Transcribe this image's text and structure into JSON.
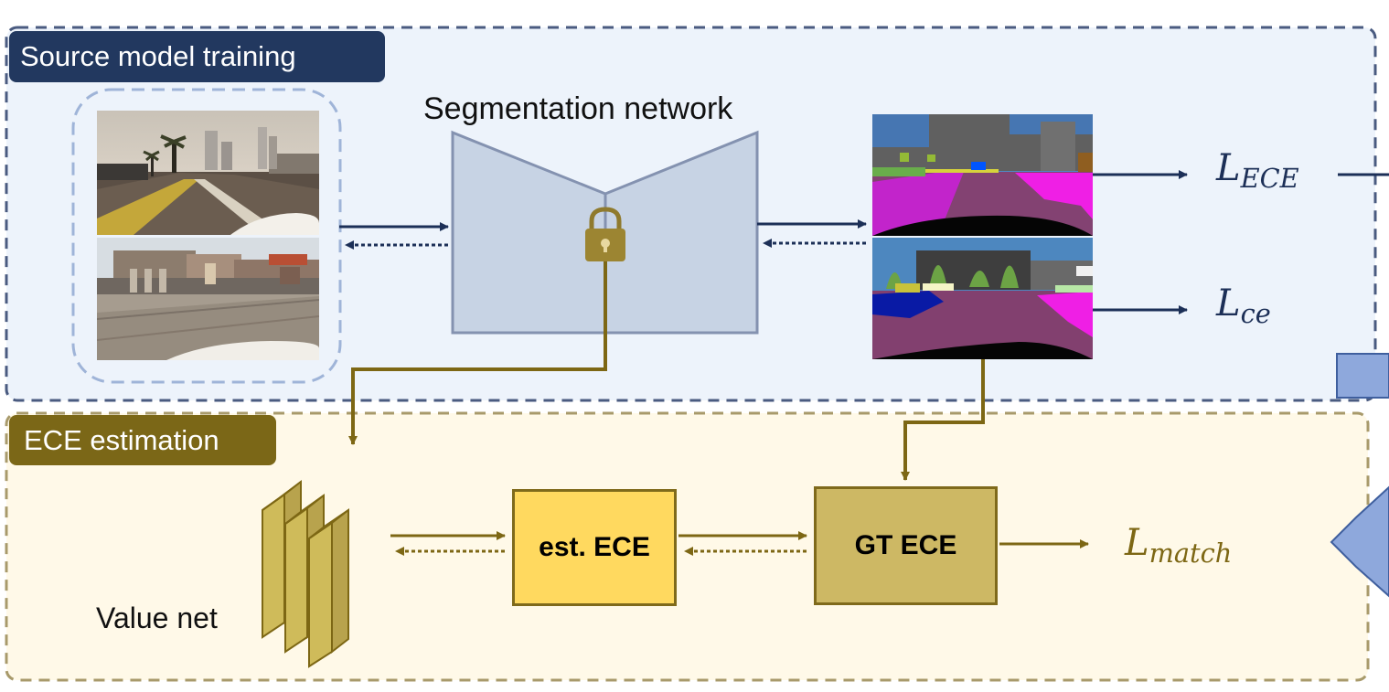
{
  "panels": {
    "source_label": "Source model training",
    "ece_label": "ECE estimation"
  },
  "network": {
    "title": "Segmentation network",
    "lock_icon": "lock-icon"
  },
  "value_net": {
    "label": "Value net"
  },
  "boxes": {
    "est_ece": "est. ECE",
    "gt_ece": "GT ECE"
  },
  "losses": {
    "ece": {
      "base": "L",
      "sub": "ECE"
    },
    "ce": {
      "base": "L",
      "sub": "ce"
    },
    "match": {
      "base": "L",
      "sub": "match"
    }
  },
  "colors": {
    "navy": "#1c2f57",
    "gold": "#7d6714",
    "source_bg": "#edf3fb",
    "ece_bg": "#fff9e8",
    "est_box": "#ffd95f",
    "gt_box": "#cdb864",
    "network_fill": "#c7d3e4"
  }
}
